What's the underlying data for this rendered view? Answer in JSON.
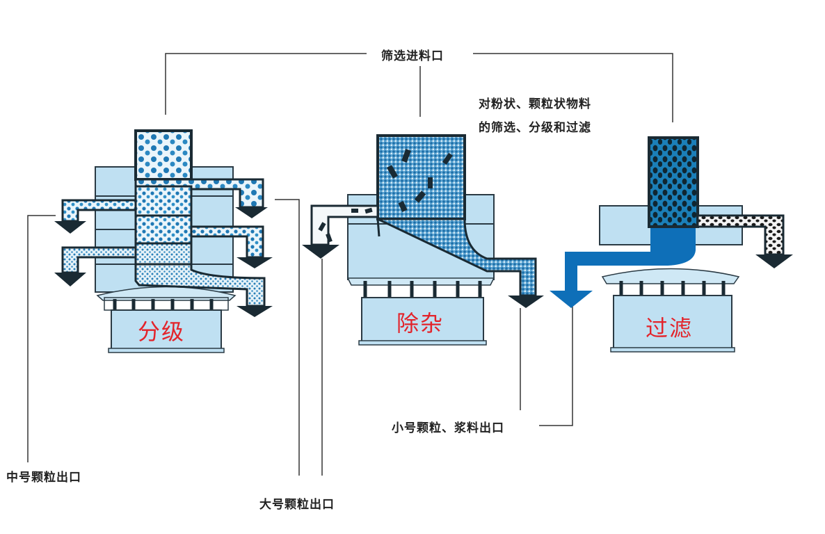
{
  "diagram": {
    "feed_label": "筛选进料口",
    "description": [
      "对粉状、颗粒状物料",
      "的筛选、分级和过滤"
    ],
    "outlets": {
      "medium": "中号颗粒出口",
      "large": "大号颗粒出口",
      "small": "小号颗粒、浆料出口"
    },
    "machines": [
      {
        "id": "grading",
        "label": "分级"
      },
      {
        "id": "impurity_removal",
        "label": "除杂"
      },
      {
        "id": "filtering",
        "label": "过滤"
      }
    ],
    "colors": {
      "machine_body": "#bfe0f2",
      "particle_blue": "#1f78b4",
      "liquid_blue": "#0e6fb8",
      "dark_outline": "#1a2a33",
      "label_red": "#e3232a",
      "line": "#333333"
    }
  }
}
